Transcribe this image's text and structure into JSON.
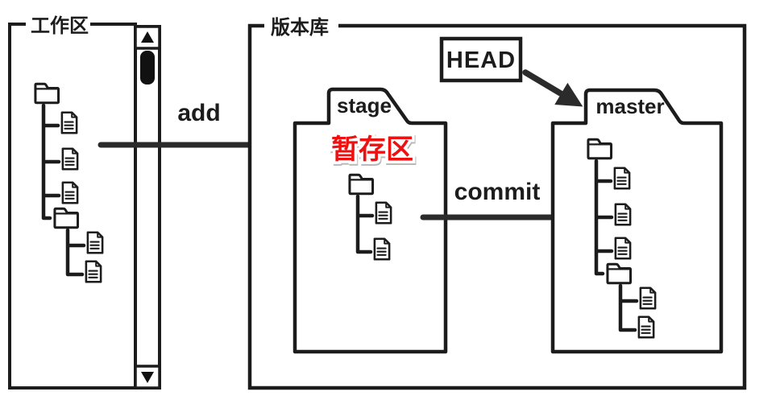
{
  "diagram": {
    "title_semantic": "git-areas-diagram",
    "ink_color": "#1c1c1c",
    "background": "#ffffff",
    "workspace": {
      "label": "工作区",
      "tree": {
        "root": "folder",
        "top_level_files": 3,
        "subfolder": {
          "files": 2
        }
      },
      "scrollbar": {
        "up_icon": "triangle-up",
        "down_icon": "triangle-down",
        "thumb": "top"
      }
    },
    "repository": {
      "label": "版本库",
      "head": {
        "label": "HEAD"
      },
      "stage": {
        "label": "stage",
        "sublabel": "暂存区",
        "sublabel_color": "#ee1111",
        "tree": {
          "root": "folder",
          "files": 2
        }
      },
      "master": {
        "label": "master",
        "tree": {
          "root": "folder",
          "top_level_files": 3,
          "subfolder": {
            "files": 2
          }
        }
      }
    },
    "arrows": {
      "add_label": "add",
      "commit_label": "commit",
      "head_to_master": "arrow"
    }
  }
}
